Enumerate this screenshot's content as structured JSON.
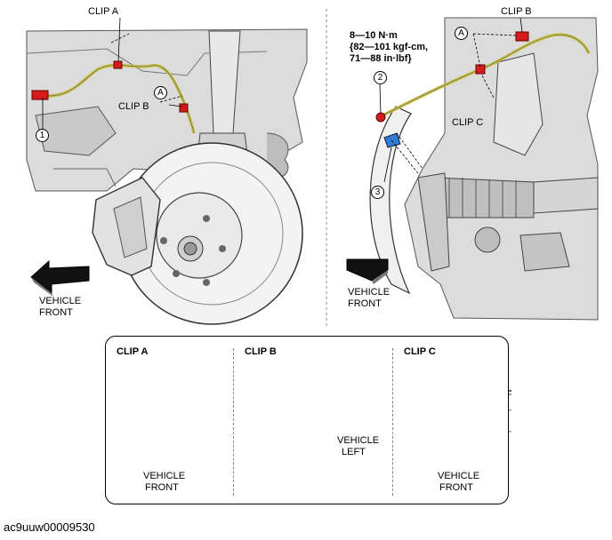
{
  "left_view": {
    "clip_a_label": "CLIP A",
    "clip_b_label": "CLIP B",
    "callout_a": "A",
    "callout_1": "1",
    "vehicle_front_line1": "VEHICLE",
    "vehicle_front_line2": "FRONT"
  },
  "right_view": {
    "clip_b_label": "CLIP B",
    "clip_c_label": "CLIP C",
    "callout_a": "A",
    "callout_2": "2",
    "callout_3": "3",
    "torque_line1": "8—10 N·m",
    "torque_line2": "{82—101 kgf-cm,",
    "torque_line3": "71—88 in·lbf}",
    "vehicle_front_line1": "VEHICLE",
    "vehicle_front_line2": "FRONT"
  },
  "detail_panel": {
    "clip_a": {
      "title": "CLIP A",
      "dir_line1": "VEHICLE",
      "dir_line2": "FRONT"
    },
    "clip_b": {
      "title": "CLIP B",
      "dir_line1": "VEHICLE",
      "dir_line2": "LEFT"
    },
    "clip_c": {
      "title": "CLIP C",
      "dir_line1": "VEHICLE",
      "dir_line2": "FRONT"
    }
  },
  "image_code": "ac9uuw00009530",
  "colors": {
    "hose": "#c8c24a",
    "clip_red": "#d41c1c",
    "clip_blue": "#2f7bd6",
    "line": "#000000"
  }
}
